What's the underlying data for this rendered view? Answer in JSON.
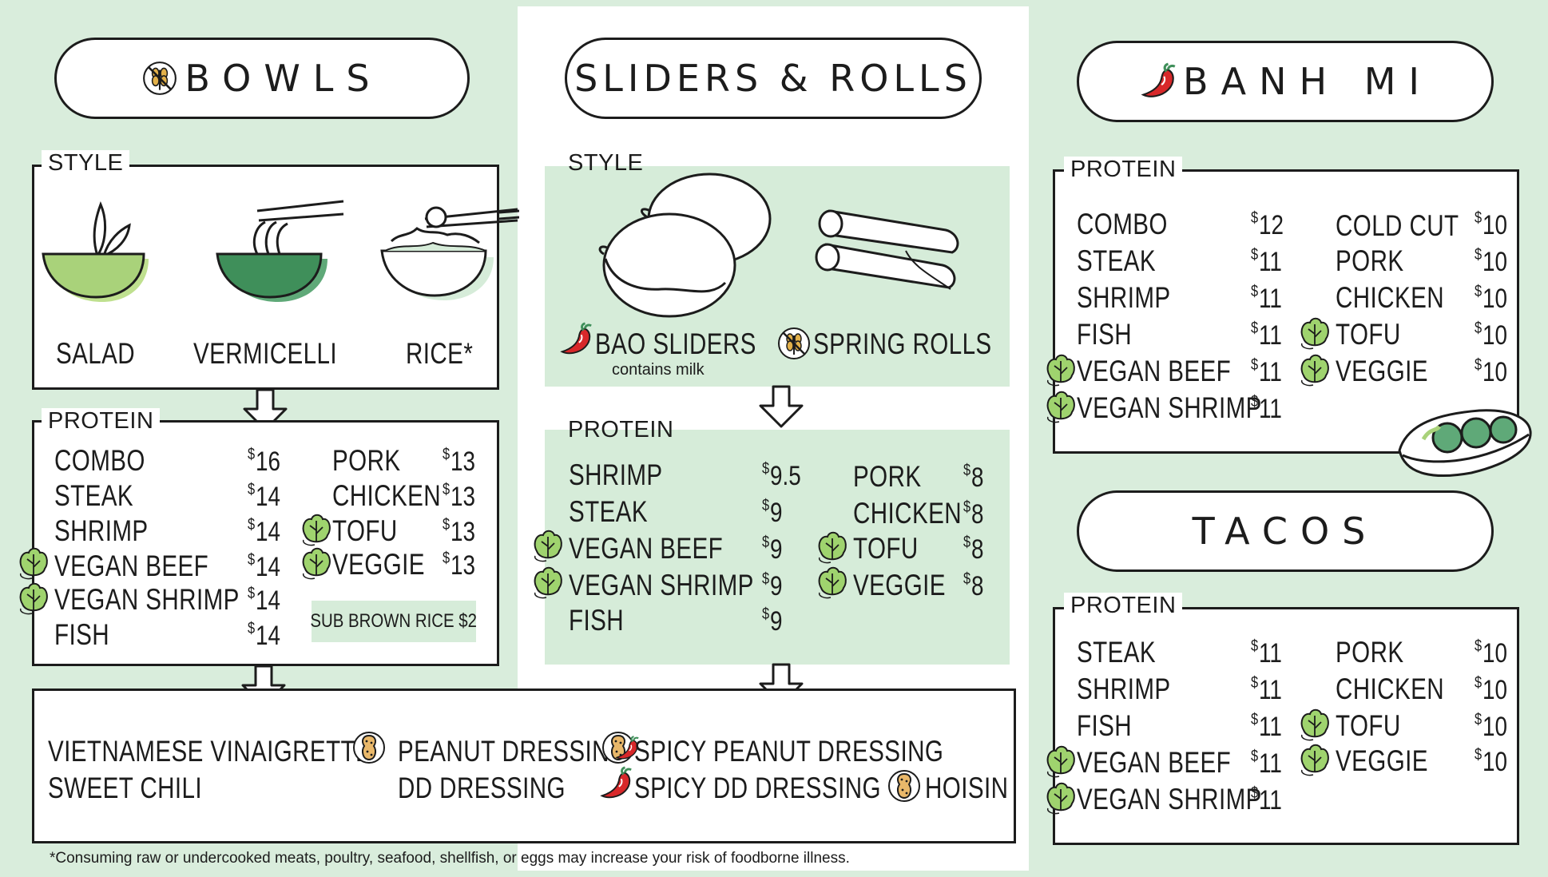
{
  "sections": {
    "bowls": "BOWLS",
    "sliders": "SLIDERS & ROLLS",
    "banhmi": "BANH MI",
    "tacos": "TACOS"
  },
  "icons": {
    "gluten_free": "no-wheat-icon",
    "spicy": "chili-pepper-icon",
    "vegan": "lettuce-icon",
    "peanut": "peanut-icon"
  },
  "colors": {
    "background": "#d9eddc",
    "panel": "#ffffff",
    "light_green": "#d6ecd9",
    "salad_green": "#a9d27a",
    "dark_green": "#3f8f5a",
    "chili_red": "#d8282a"
  },
  "bowls": {
    "style_legend": "STYLE",
    "styles": [
      "SALAD",
      "VERMICELLI",
      "RICE*"
    ],
    "protein_legend": "PROTEIN",
    "left": [
      {
        "name": "COMBO",
        "price": "16"
      },
      {
        "name": "STEAK",
        "price": "14"
      },
      {
        "name": "SHRIMP",
        "price": "14"
      },
      {
        "name": "VEGAN BEEF",
        "price": "14"
      },
      {
        "name": "VEGAN SHRIMP",
        "price": "14"
      },
      {
        "name": "FISH",
        "price": "14"
      }
    ],
    "right": [
      {
        "name": "PORK",
        "price": "13"
      },
      {
        "name": "CHICKEN",
        "price": "13"
      },
      {
        "name": "TOFU",
        "price": "13"
      },
      {
        "name": "VEGGIE",
        "price": "13"
      }
    ],
    "sub_note": "SUB BROWN RICE ",
    "sub_price": "2"
  },
  "sliders": {
    "style_legend": "STYLE",
    "bao": "BAO SLIDERS",
    "bao_note": "contains milk",
    "rolls": "SPRING ROLLS",
    "protein_legend": "PROTEIN",
    "left": [
      {
        "name": "SHRIMP",
        "price": "9.5"
      },
      {
        "name": "STEAK",
        "price": "9"
      },
      {
        "name": "VEGAN BEEF",
        "price": "9"
      },
      {
        "name": "VEGAN SHRIMP",
        "price": "9"
      },
      {
        "name": "FISH",
        "price": "9"
      }
    ],
    "right": [
      {
        "name": "PORK",
        "price": "8"
      },
      {
        "name": "CHICKEN",
        "price": "8"
      },
      {
        "name": "TOFU",
        "price": "8"
      },
      {
        "name": "VEGGIE",
        "price": "8"
      }
    ]
  },
  "banhmi": {
    "protein_legend": "PROTEIN",
    "left": [
      {
        "name": "COMBO",
        "price": "12"
      },
      {
        "name": "STEAK",
        "price": "11"
      },
      {
        "name": "SHRIMP",
        "price": "11"
      },
      {
        "name": "FISH",
        "price": "11"
      },
      {
        "name": "VEGAN BEEF",
        "price": "11"
      },
      {
        "name": "VEGAN SHRIMP",
        "price": "11"
      }
    ],
    "right": [
      {
        "name": "COLD CUT",
        "price": "10"
      },
      {
        "name": "PORK",
        "price": "10"
      },
      {
        "name": "CHICKEN",
        "price": "10"
      },
      {
        "name": "TOFU",
        "price": "10"
      },
      {
        "name": "VEGGIE",
        "price": "10"
      }
    ]
  },
  "tacos": {
    "protein_legend": "PROTEIN",
    "left": [
      {
        "name": "STEAK",
        "price": "11"
      },
      {
        "name": "SHRIMP",
        "price": "11"
      },
      {
        "name": "FISH",
        "price": "11"
      },
      {
        "name": "VEGAN BEEF",
        "price": "11"
      },
      {
        "name": "VEGAN SHRIMP",
        "price": "11"
      }
    ],
    "right": [
      {
        "name": "PORK",
        "price": "10"
      },
      {
        "name": "CHICKEN",
        "price": "10"
      },
      {
        "name": "TOFU",
        "price": "10"
      },
      {
        "name": "VEGGIE",
        "price": "10"
      }
    ]
  },
  "dressings": {
    "vinaigrette": "VIETNAMESE VINAIGRETTE",
    "sweet_chili": "SWEET CHILI",
    "peanut": "PEANUT DRESSING",
    "dd": "DD DRESSING",
    "spicy_peanut": "SPICY PEANUT DRESSING",
    "spicy_dd": "SPICY DD DRESSING",
    "hoisin": "HOISIN"
  },
  "footer": "*Consuming raw or undercooked meats, poultry, seafood, shellfish, or eggs may increase your risk of foodborne illness."
}
